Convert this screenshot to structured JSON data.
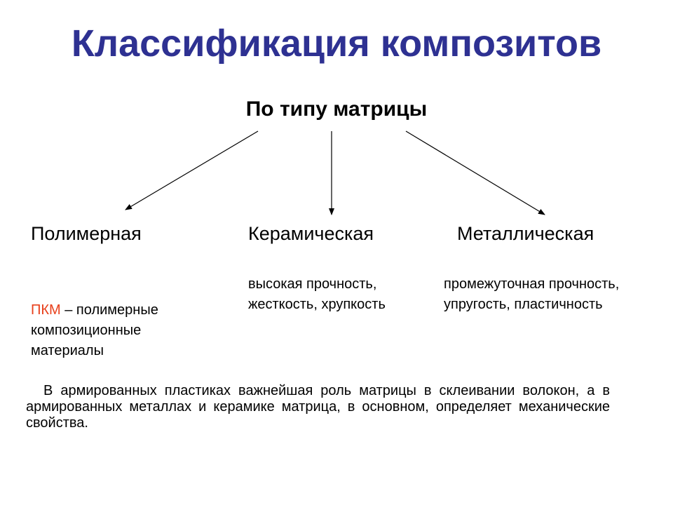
{
  "title": "Классификация композитов",
  "root": "По типу матрицы",
  "branches": [
    {
      "label": "Полимерная",
      "acronym": "ПКМ",
      "description": " – полимерные композиционные материалы"
    },
    {
      "label": "Керамическая",
      "description": "высокая прочность, жесткость, хрупкость"
    },
    {
      "label": "Металлическая",
      "description": "промежуточная прочность, упругость, пластичность"
    }
  ],
  "note": "В армированных пластиках важнейшая роль матрицы в склеивании волокон, а в армированных металлах и керамике матрица, в основном, определяет механические свойства.",
  "colors": {
    "title": "#2E3192",
    "text": "#000000",
    "accent": "#E8401C",
    "arrow": "#000000"
  }
}
